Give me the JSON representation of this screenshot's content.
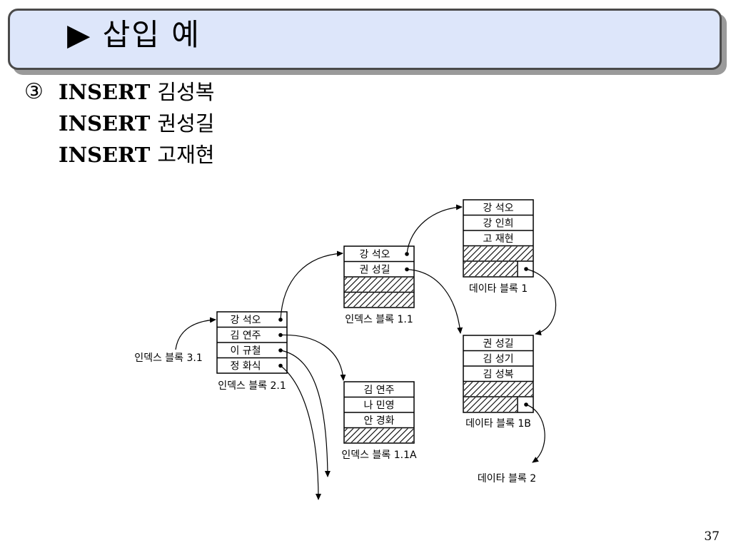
{
  "title": "▶ 삽입 예",
  "statement_marker": "③",
  "statements": [
    {
      "keyword": "INSERT",
      "name": "김성복"
    },
    {
      "keyword": "INSERT",
      "name": "권성길"
    },
    {
      "keyword": "INSERT",
      "name": "고재현"
    }
  ],
  "blocks": {
    "index_3_1": {
      "label": "인덱스 블록 3.1"
    },
    "index_2_1": {
      "label": "인덱스 블록 2.1",
      "rows": [
        "강 석오",
        "김 연주",
        "이 규철",
        "정 화식"
      ]
    },
    "index_1_1": {
      "label": "인덱스 블록 1.1",
      "rows": [
        "강 석오",
        "권 성길"
      ]
    },
    "index_1_1A": {
      "label": "인덱스 블록 1.1A",
      "rows": [
        "김 연주",
        "나 민영",
        "안 경화"
      ]
    },
    "data_1": {
      "label": "데이타 블록 1",
      "rows": [
        "강 석오",
        "강 인희",
        "고 재현"
      ]
    },
    "data_1B": {
      "label": "데이타 블록 1B",
      "rows": [
        "권 성길",
        "김 성기",
        "김 성복"
      ]
    },
    "data_2": {
      "label": "데이타 블록 2"
    }
  },
  "page_number": "37"
}
